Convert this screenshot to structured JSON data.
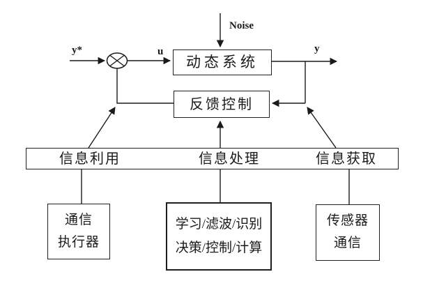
{
  "diagram": {
    "background": "#ffffff",
    "line_color": "#1a1a1a",
    "signals": {
      "reference": "y*",
      "control_input": "u",
      "noise": "Noise",
      "output": "y"
    },
    "blocks": {
      "plant": "动态系统",
      "feedback_control": "反馈控制",
      "info_utilization": "信息利用",
      "info_processing": "信息处理",
      "info_acquisition": "信息获取",
      "comm_actuator": [
        "通信",
        "执行器"
      ],
      "learn_decide": [
        "学习/滤波/识别",
        "决策/控制/计算"
      ],
      "sensor_comm": [
        "传感器",
        "通信"
      ]
    }
  }
}
